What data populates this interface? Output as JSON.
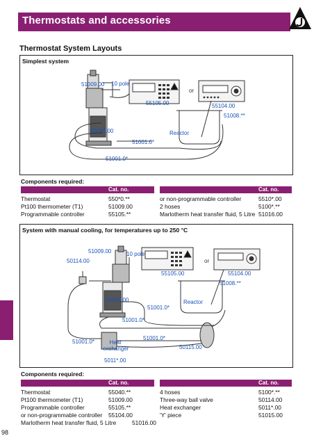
{
  "header": {
    "title": "Thermostats and accessories",
    "accent_color": "#8a1f72",
    "logo_icon": "triangle-j-logo-icon"
  },
  "section_title": "Thermostat System Layouts",
  "page_number": "98",
  "simplest": {
    "title": "Simplest system",
    "diagram_labels": {
      "probe": "51009.00",
      "pole": "10 pole",
      "controller": "55105.00",
      "or": "or",
      "controller2": "55104.00",
      "sensor": "51008.**",
      "thermostat": "55040.00",
      "reactor": "Reactor",
      "hose1": "51001.0*",
      "hose2": "51001.0*"
    },
    "components_title": "Components required:",
    "catno_header": "Cat. no.",
    "left": [
      {
        "name": "Thermostat",
        "cat": "550*0.**"
      },
      {
        "name": "Pt100 thermometer (T1)",
        "cat": "51009.00"
      },
      {
        "name": "Programmable controller",
        "cat": "55105.**"
      }
    ],
    "right": [
      {
        "name": "or non-programmable controller",
        "cat": "5510*.00"
      },
      {
        "name": "2 hoses",
        "cat": "5100*.**"
      },
      {
        "name": "Marlotherm heat transfer fluid, 5 Litre",
        "cat": "51016.00"
      }
    ]
  },
  "manual": {
    "title": "System with manual cooling, for temperatures up to 250 °C",
    "diagram_labels": {
      "probe": "51009.00",
      "valve": "50114.00",
      "pole": "10 pole",
      "controller": "55105.00",
      "or": "or",
      "controller2": "55104.00",
      "sensor": "51008.**",
      "thermostat": "55040.00",
      "reactor": "Reactor",
      "hose1": "51001.0*",
      "hose2": "51001.0*",
      "hose3": "51001.0*",
      "hose4": "51001.0*",
      "heat_exchanger": "Heat exchanger",
      "piece": "50115.00",
      "heat_cat": "5011*.00"
    },
    "components_title": "Components required:",
    "catno_header": "Cat. no.",
    "left": [
      {
        "name": "Thermostat",
        "cat": "55040.**"
      },
      {
        "name": "Pt100 thermometer (T1)",
        "cat": "51009.00"
      },
      {
        "name": "Programmable controller",
        "cat": "55105.**"
      },
      {
        "name": "or non-programmable controller",
        "cat": "55104.00"
      },
      {
        "name": "Marlotherm heat transfer fluid, 5 Litre",
        "cat": "51016.00"
      }
    ],
    "right": [
      {
        "name": "4 hoses",
        "cat": "5100*.**"
      },
      {
        "name": "Three-way ball valve",
        "cat": "50114.00"
      },
      {
        "name": "Heat exchanger",
        "cat": "5011*.00"
      },
      {
        "name": "'Y' piece",
        "cat": "51015.00"
      }
    ]
  }
}
